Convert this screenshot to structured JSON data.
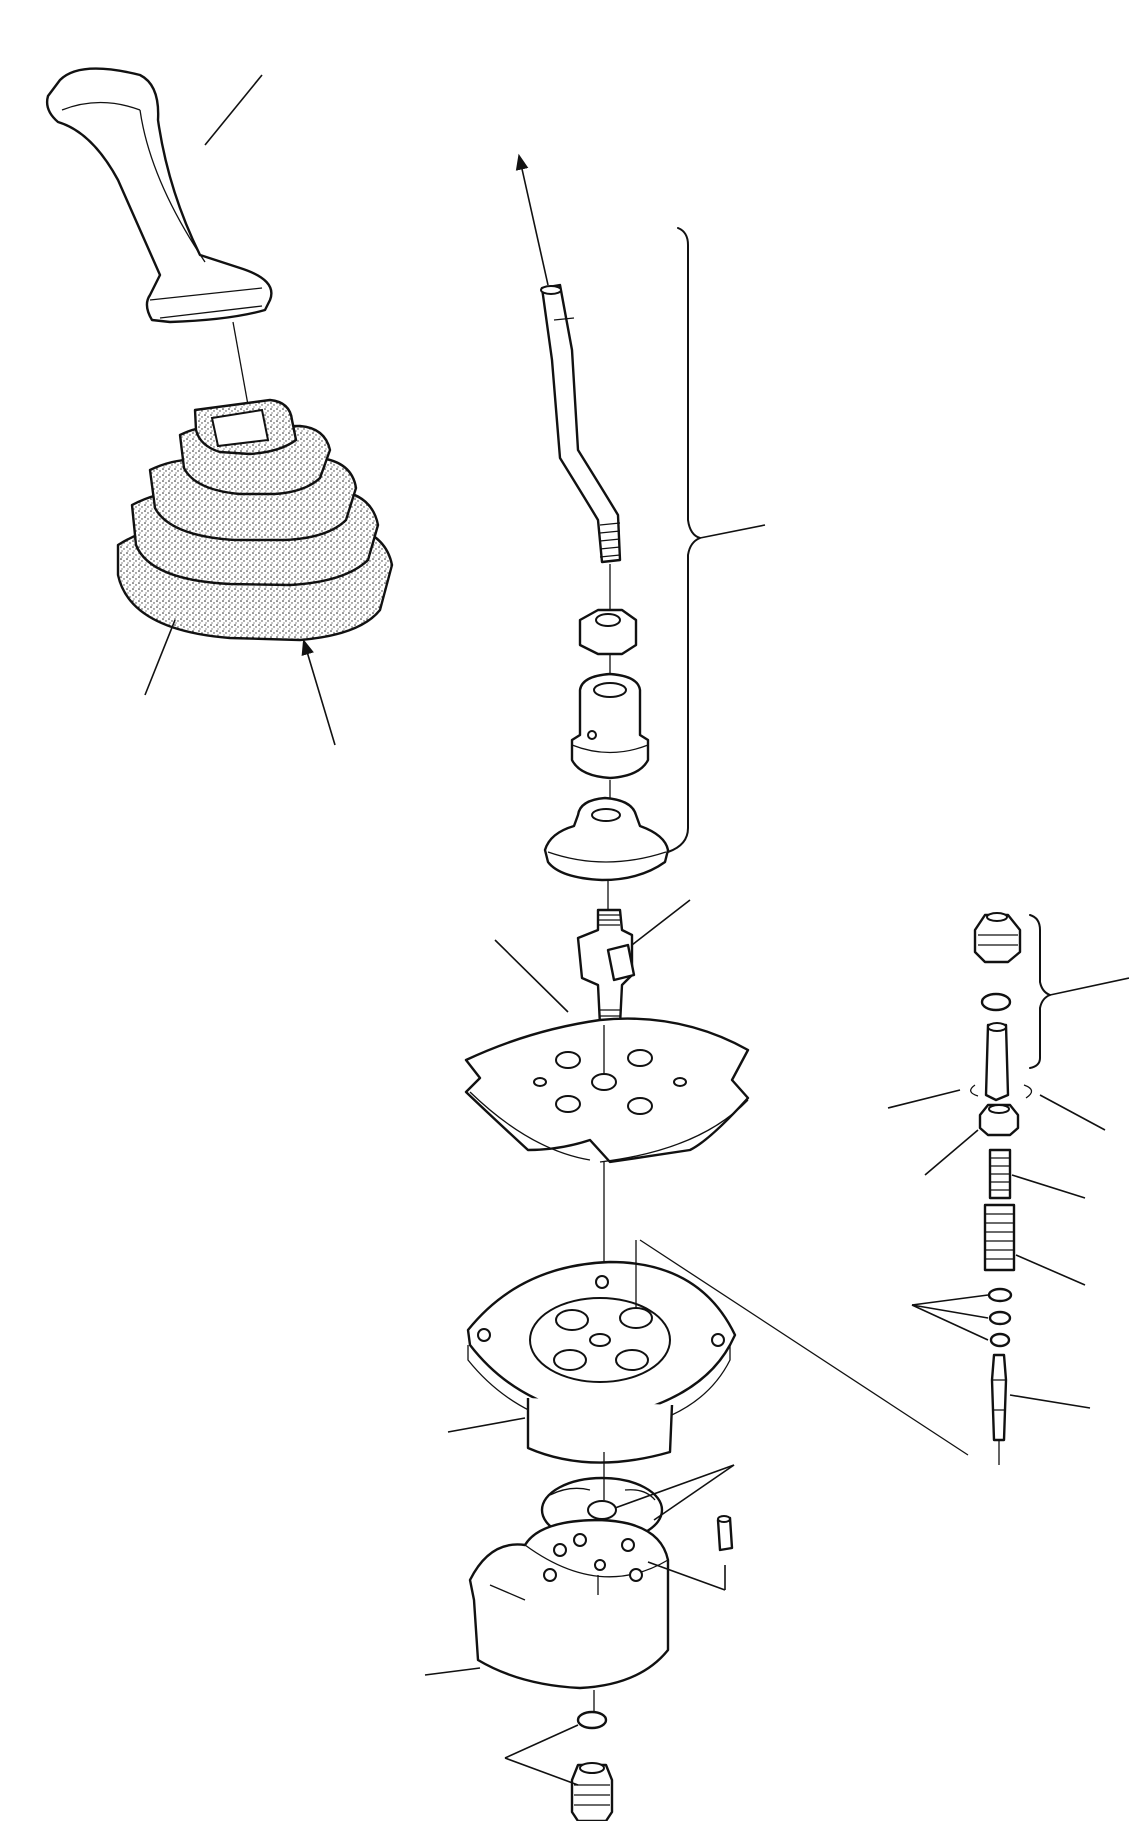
{
  "diagram": {
    "type": "exploded-parts-drawing",
    "parts": [
      "grip",
      "rubber-boot",
      "lever-rod",
      "nut",
      "joint-bushing",
      "joint-cap",
      "universal-joint",
      "cam-plate",
      "top-plate",
      "gasket",
      "valve-body",
      "dowel-pin",
      "bottom-plug",
      "o-ring",
      "piston-assembly",
      "piston",
      "retainer",
      "spring-small",
      "spring-large",
      "shims",
      "spool"
    ],
    "callout_labels": []
  }
}
